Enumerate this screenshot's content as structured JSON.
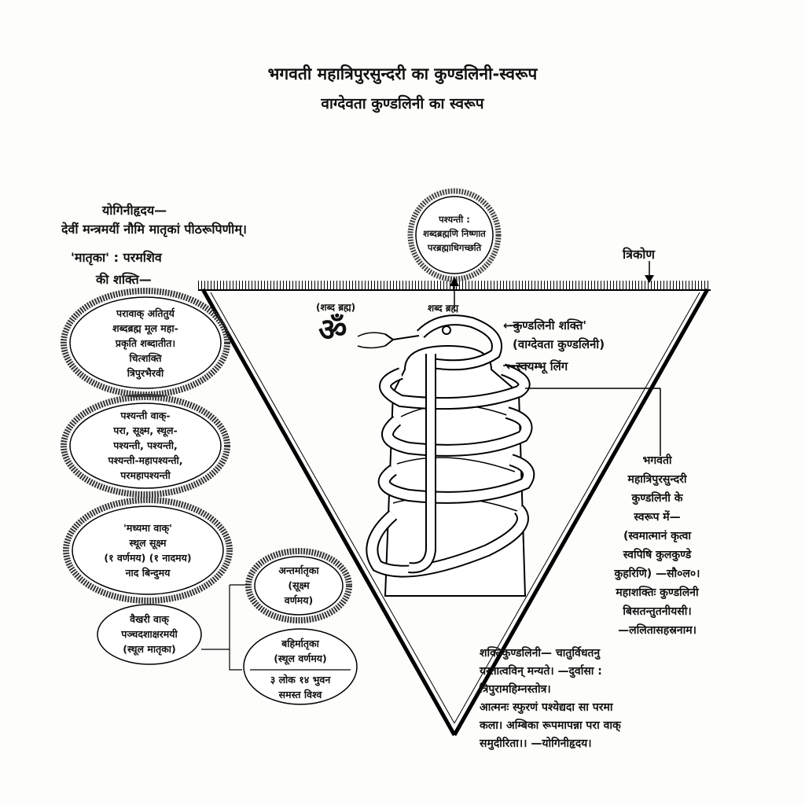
{
  "title": "भगवती महात्रिपुरसुन्दरी का कुण्डलिनी-स्वरूप",
  "subtitle": "वाग्देवता कुण्डलिनी का स्वरूप",
  "quote_source": "योगिनीहृदय—",
  "quote_text": "देवीं मन्त्रमयीं नौमि मातृकां पीठरूपिणीम्।",
  "matrika_line1": "'मातृका' : परमशिव",
  "matrika_line2": "की शक्ति—",
  "top_circle": "पश्यन्ती :\nशब्दब्रह्मणि निष्णात\nपरब्रह्माधिगच्छति",
  "trikona": "त्रिकोण",
  "shabda_brahma_left": "(शब्द ब्रह्म)",
  "shabda_brahma_center": "शब्द ब्रह्म",
  "om": "ॐ",
  "kundalini_shakti": "←कुण्डलिनी शक्ति'",
  "vagdevata": "(वाग्देवता कुण्डलिनी)",
  "svayambhu": "←स्वयम्भू लिंग",
  "left_ovals": [
    "परावाक् अतितुर्य\nशब्दब्रह्म मूल महा-\nप्रकृति शब्दातीत।\nचित्शक्ति\nत्रिपुरभैरवी",
    "पश्यन्ती वाक्-\nपरा, सूक्ष्म, स्थूल-\nपश्यन्ती, पश्यन्ती,\nपश्यन्ती-महापश्यन्ती,\nपरमहापश्यन्ती",
    "'मध्यमा वाक्'\nस्थूल        सूक्ष्म\n(१ वर्णमय) (१ नादमय)\nनाद बिन्दुमय",
    "वैखरी वाक्\nपञ्चदशाक्षरमयी\n(स्थूल मातृका)"
  ],
  "antarmatrika": "अन्तर्मातृका\n(सूक्ष्म\nवर्णमय)",
  "bahirmatrika": "बहिर्मातृका\n(स्थूल वर्णमय)",
  "loka": "३ लोक १४ भुवन\nसमस्त विश्व",
  "right_text": "भगवती\nमहात्रिपुरसुन्दरी\nकुण्डलिनी के\nस्वरूप में—\n(स्वमात्मानं कृत्वा\nस्वपिषि कुलकुण्डे\nकुहरिणि) —सौ०ल०।\nमहाशक्तिः कुण्डलिनी\nबिसतन्तुतनीयसी।\n—ललितासहस्रनाम।",
  "bottom_text": "शक्तिकुण्डलिनी— चातुर्विधतनु\nयस्तात्वविन् मन्यते। —दुर्वासा :\nत्रिपुरामहिम्नस्तोत्र।\nआत्मनः स्फुरणं पश्येद्यदा सा परमा\nकला। अम्बिका रूपमापन्ना परा वाक्\nसमुदीरिता।। —योगिनीहृदय।"
}
